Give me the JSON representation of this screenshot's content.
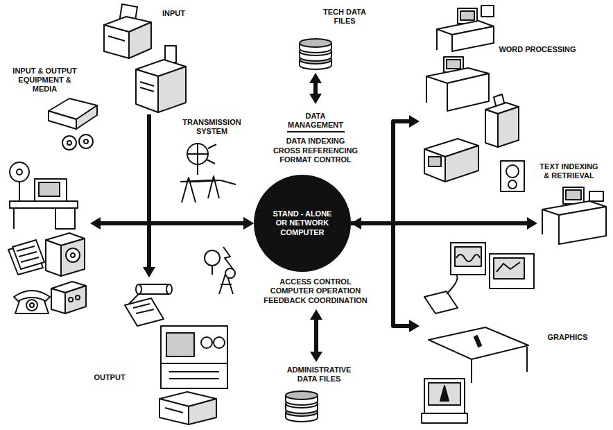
{
  "diagram": {
    "nodes": [
      {
        "text": [
          "INPUT"
        ]
      },
      {
        "text": [
          "TECH DATA FILES"
        ]
      },
      {
        "text": [
          "WORD PROCESSING"
        ]
      },
      {
        "text": [
          "INPUT & OUTPUT EQUIPMENT & MEDIA"
        ]
      },
      {
        "text": [
          "DATA MANAGEMENT",
          "DATA INDEXING CROSS REFERENCING FORMAT CONTROL"
        ]
      },
      {
        "text": [
          "STAND - ALONE OR NETWORK COMPUTER"
        ]
      },
      {
        "text": [
          "TEXT INDEXING & RETRIEVAL"
        ]
      },
      {
        "text": [
          "ACCESS CONTROL COMPUTER OPERATION FEEDBACK COORDINATION"
        ]
      },
      {
        "text": [
          "OUTPUT"
        ]
      },
      {
        "text": [
          "GRAPHICS"
        ]
      },
      {
        "text": [
          "ADMINISTRATIVE DATA FILES"
        ]
      }
    ],
    "edges": [
      {
        "from": 1,
        "to": 4,
        "arrow": "both"
      },
      {
        "from": 3,
        "to": 5,
        "arrow": "both"
      },
      {
        "from": 0,
        "to": 5,
        "arrow": "to"
      },
      {
        "from": 0,
        "to": 8,
        "arrow": "to"
      },
      {
        "from": 5,
        "to": 6,
        "arrow": "both"
      },
      {
        "from": 5,
        "to": 2,
        "arrow": "to"
      },
      {
        "from": 5,
        "to": 9,
        "arrow": "to"
      },
      {
        "from": 7,
        "to": 10,
        "arrow": "both"
      }
    ],
    "labels": [
      "TRANSMISSION SYSTEM"
    ]
  }
}
